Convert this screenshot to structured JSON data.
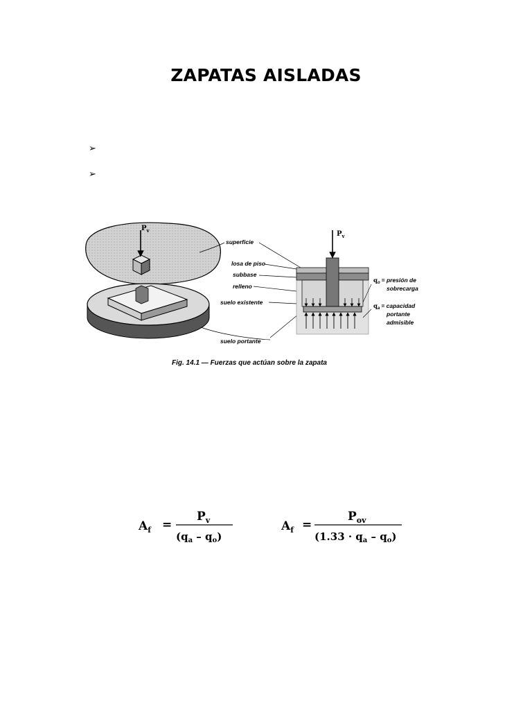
{
  "document": {
    "title": "ZAPATAS AISLADAS",
    "bullets": [
      "➢",
      "➢"
    ]
  },
  "figure": {
    "caption": "Fig. 14.1 — Fuerzas que actúan sobre la zapata",
    "labels": {
      "load_left": "P",
      "load_left_sub": "v",
      "load_right": "P",
      "load_right_sub": "v",
      "superficie": "superficie",
      "losa": "losa de piso",
      "subbase": "subbase",
      "relleno": "relleno",
      "suelo_existente": "suelo existente",
      "suelo_portante": "suelo portante",
      "qo_symbol": "q",
      "qo_sub": "o",
      "qo_desc_1": "= presión de",
      "qo_desc_2": "sobrecarga",
      "qa_symbol": "q",
      "qa_sub": "a",
      "qa_desc_1": "= capacidad",
      "qa_desc_2": "portante",
      "qa_desc_3": "admisible"
    }
  },
  "formulas": {
    "f1": {
      "lhs": "A",
      "lhs_sub": "f",
      "eq": "=",
      "num": "P",
      "num_sub": "v",
      "den_open": "(q",
      "den_a_sub": "a",
      "den_minus": " – q",
      "den_o_sub": "o",
      "den_close": ")"
    },
    "f2": {
      "lhs": "A",
      "lhs_sub": "f",
      "eq": "=",
      "num": "P",
      "num_sub": "ov",
      "den_open": "(1.33 · q",
      "den_a_sub": "a",
      "den_minus": " – q",
      "den_o_sub": "o",
      "den_close": ")"
    }
  }
}
